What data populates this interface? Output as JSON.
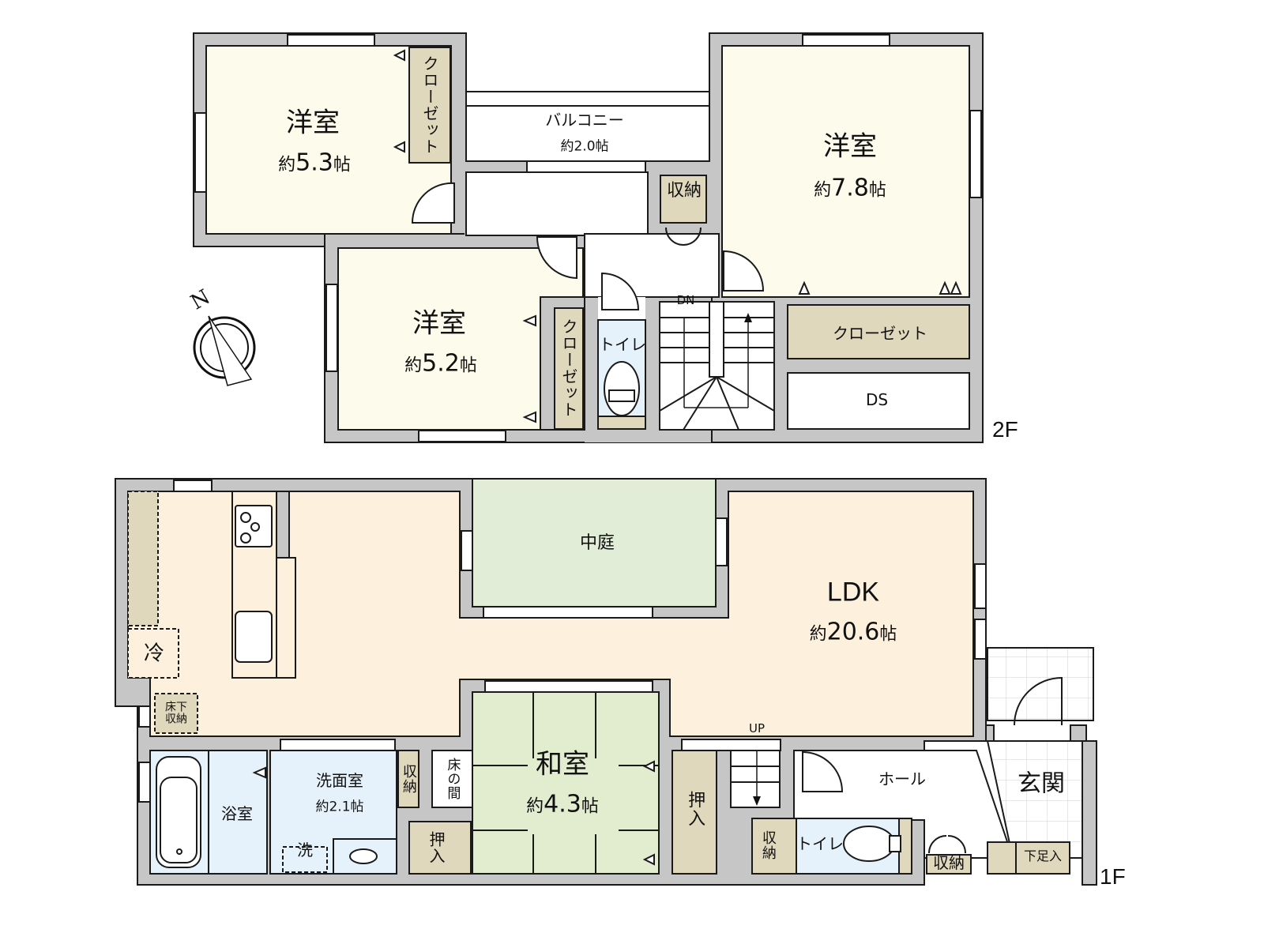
{
  "colors": {
    "wall": "#c6c6c6",
    "room_western": "#fdfcec",
    "ldk": "#fdf1de",
    "closet": "#e0d8bc",
    "wet_area": "#e6f2fb",
    "courtyard": "#e2edd8",
    "washitsu": "#e2edd0",
    "corridor": "#ffffff",
    "line": "#1a1a1a"
  },
  "floor2": {
    "label": "2F",
    "rooms": [
      {
        "id": "western-1",
        "name": "洋室",
        "area_prefix": "約",
        "area_value": "5.3",
        "area_unit": "帖"
      },
      {
        "id": "western-2",
        "name": "洋室",
        "area_prefix": "約",
        "area_value": "5.2",
        "area_unit": "帖"
      },
      {
        "id": "western-3",
        "name": "洋室",
        "area_prefix": "約",
        "area_value": "7.8",
        "area_unit": "帖"
      },
      {
        "id": "balcony",
        "name": "バルコニー",
        "area_prefix": "約",
        "area_value": "2.0",
        "area_unit": "帖"
      }
    ],
    "closet_1": "クローゼット",
    "closet_2": "クローゼット",
    "closet_3": "クローゼット",
    "storage": "収納",
    "toilet": "トイレ",
    "stairs_label": "DN",
    "ds": "DS"
  },
  "floor1": {
    "label": "1F",
    "ldk": {
      "name": "LDK",
      "area_prefix": "約",
      "area_value": "20.6",
      "area_unit": "帖"
    },
    "courtyard": "中庭",
    "fridge": "冷",
    "underfloor_storage": "床下収納",
    "bath": "浴室",
    "washroom": {
      "name": "洗面室",
      "area_prefix": "約",
      "area_value": "2.1",
      "area_unit": "帖"
    },
    "washer": "洗",
    "storage_wash": "収納",
    "tokonoma": "床の間",
    "oshiire_1": "押入",
    "washitsu": {
      "name": "和室",
      "area_prefix": "約",
      "area_value": "4.3",
      "area_unit": "帖"
    },
    "oshiire_2": "押入",
    "stairs_label": "UP",
    "hall": "ホール",
    "entrance": "玄関",
    "storage_toilet": "収納",
    "toilet": "トイレ",
    "storage_hall": "収納",
    "shoe_box": "下足入"
  },
  "compass": {
    "label": "N"
  }
}
